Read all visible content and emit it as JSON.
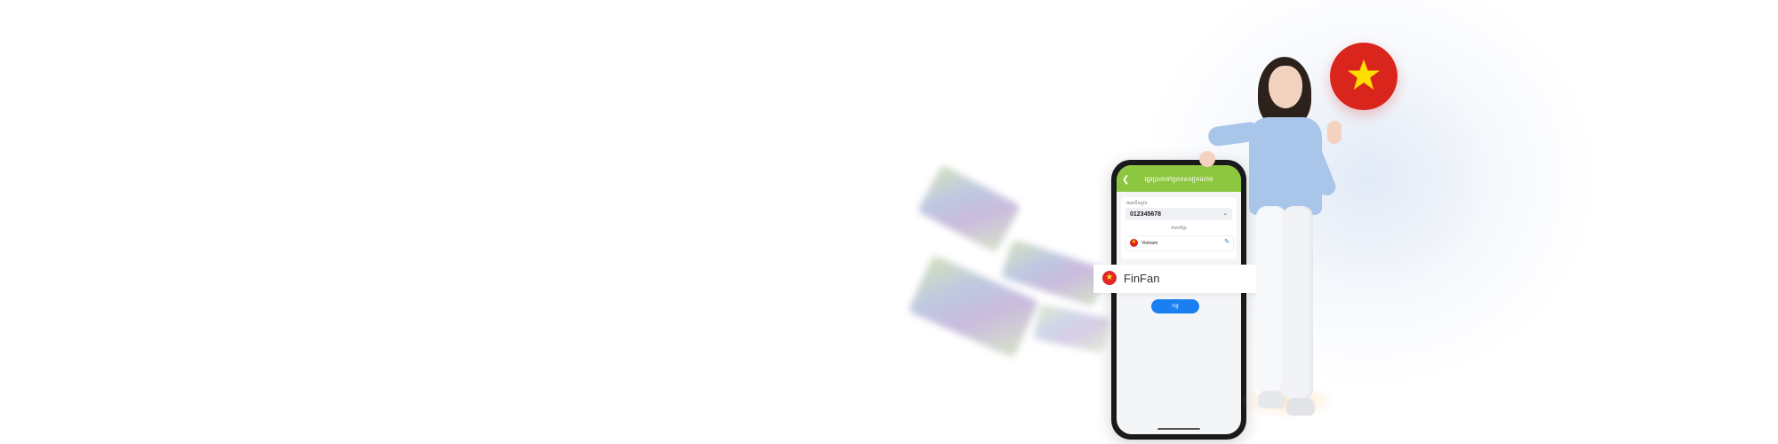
{
  "brand": {
    "name": "FinFan",
    "logo_icon": "finfan-logo-icon",
    "logo_color": "#e0282a"
  },
  "phone": {
    "header": {
      "title": "ផ្ទេរប្រាក់ទៅប្រទេសវៀតណាម",
      "back_icon": "chevron-left-icon",
      "color": "#8dc63f"
    },
    "account_label": "គណនីទទួល",
    "account_value": "012345678",
    "section_label": "ភាសាខ្មែរ",
    "country": {
      "flag_icon": "vietnam-flag-icon",
      "name": "Vietnam"
    },
    "submit_button": "បន្ត",
    "button_color": "#1a7ff0"
  },
  "flag_badge": {
    "icon": "vietnam-flag-icon",
    "color": "#da251d",
    "star_color": "#ffde00"
  }
}
